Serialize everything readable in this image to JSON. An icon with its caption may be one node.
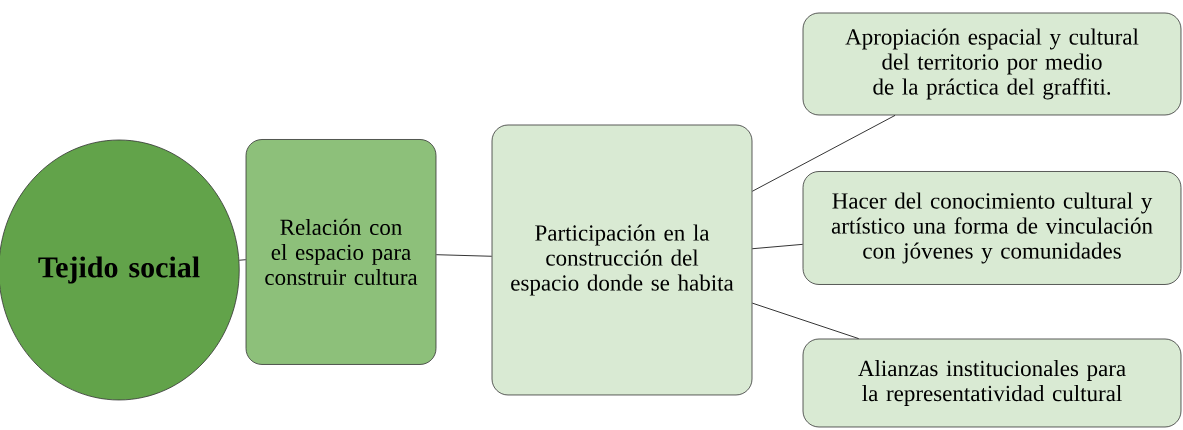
{
  "diagram": {
    "nodes": [
      {
        "text": [
          "Tejido social"
        ]
      },
      {
        "text": [
          "Relación con el espacio para construir cultura"
        ]
      },
      {
        "text": [
          "Participación en la construcción del espacio donde se habita"
        ]
      },
      {
        "text": [
          "Apropiación espacial y cultural del territorio por medio de la práctica del graffiti."
        ]
      },
      {
        "text": [
          "Hacer del conocimiento cultural y artístico una forma de vinculación con jóvenes y comunidades"
        ]
      },
      {
        "text": [
          "Alianzas institucionales para la representatividad cultural"
        ]
      }
    ],
    "edges": [
      {
        "from": 0,
        "to": 1,
        "arrow": "none"
      },
      {
        "from": 1,
        "to": 2,
        "arrow": "none"
      },
      {
        "from": 2,
        "to": 3,
        "arrow": "none"
      },
      {
        "from": 2,
        "to": 4,
        "arrow": "none"
      },
      {
        "from": 2,
        "to": 5,
        "arrow": "none"
      }
    ]
  }
}
